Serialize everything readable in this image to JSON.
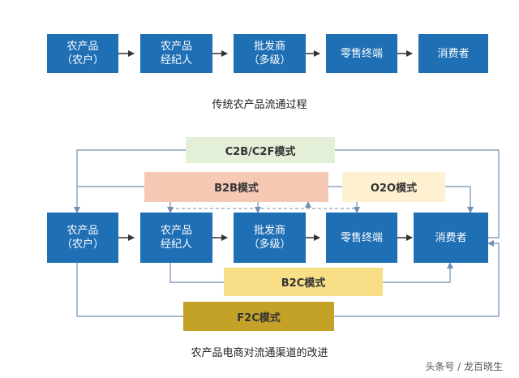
{
  "colors": {
    "node": "#1f6fb5",
    "line": "#6f8fb4",
    "band_c2b": "#e4efd7",
    "band_b2b": "#f6c9b4",
    "band_o2o": "#fdf1d2",
    "band_b2c": "#f8de86",
    "band_f2c": "#c4a227"
  },
  "traditional": {
    "caption": "传统农产品流通过程",
    "nodes": [
      {
        "line1": "农产品",
        "line2": "（农户）"
      },
      {
        "line1": "农产品",
        "line2": "经纪人"
      },
      {
        "line1": "批发商",
        "line2": "（多级）"
      },
      {
        "line1": "零售终端",
        "line2": ""
      },
      {
        "line1": "消费者",
        "line2": ""
      }
    ]
  },
  "ecommerce": {
    "caption": "农产品电商对流通渠道的改进",
    "nodes": [
      {
        "line1": "农产品",
        "line2": "（农户）"
      },
      {
        "line1": "农产品",
        "line2": "经纪人"
      },
      {
        "line1": "批发商",
        "line2": "（多级）"
      },
      {
        "line1": "零售终端",
        "line2": ""
      },
      {
        "line1": "消费者",
        "line2": ""
      }
    ],
    "bands": {
      "c2b": "C2B/C2F模式",
      "b2b": "B2B模式",
      "o2o": "O2O模式",
      "b2c": "B2C模式",
      "f2c": "F2C模式"
    }
  },
  "watermark": "头条号 / 龙百晓生"
}
